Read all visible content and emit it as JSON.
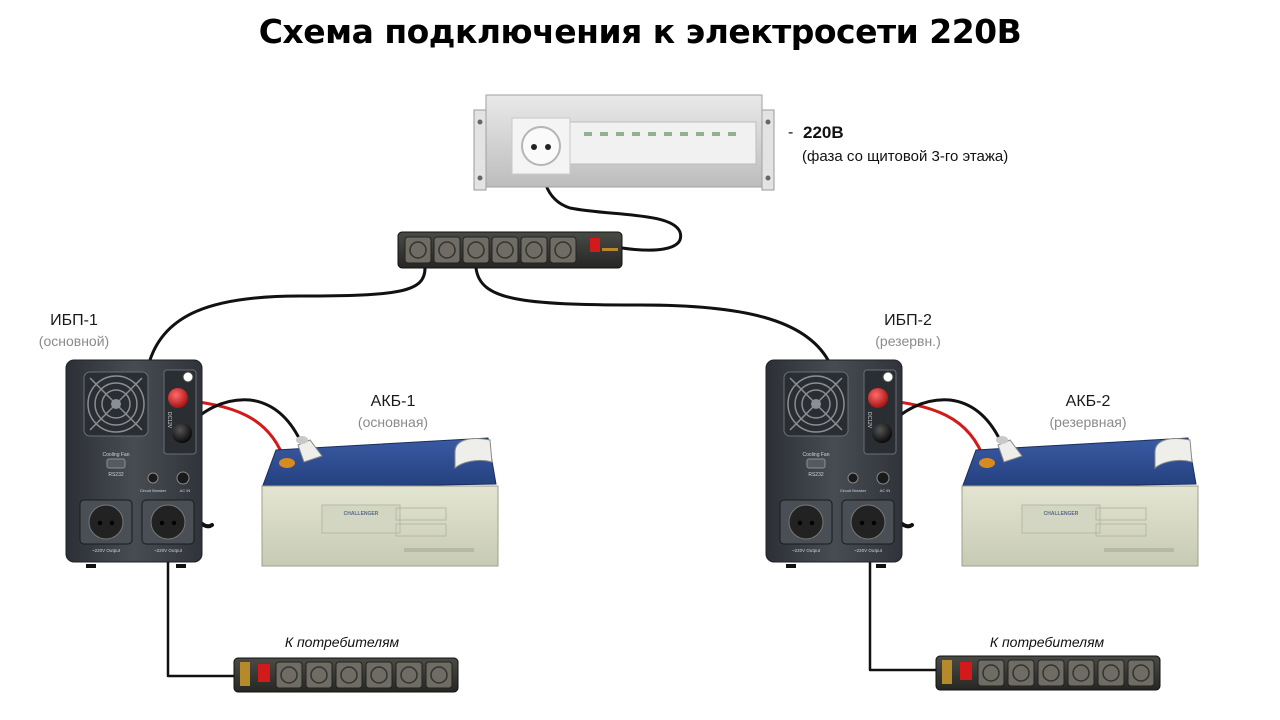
{
  "title": "Схема подключения к электросети 220В",
  "source": {
    "dash": "-",
    "voltage": "220В",
    "description": "(фаза со щитовой 3-го этажа)"
  },
  "ups1": {
    "label": "ИБП-1",
    "role": "(основной)"
  },
  "ups2": {
    "label": "ИБП-2",
    "role": "(резервн.)"
  },
  "battery1": {
    "label": "АКБ-1",
    "role": "(основная)",
    "brand": "CHALLENGER"
  },
  "battery2": {
    "label": "АКБ-2",
    "role": "(резервная)",
    "brand": "CHALLENGER"
  },
  "consumers1": {
    "label": "К потребителям"
  },
  "consumers2": {
    "label": "К потребителям"
  },
  "ups_panel": {
    "fan_label": "Cooling Fan",
    "port_label": "RS232",
    "output_label": "~220V Output",
    "breaker_label": "Circuit Breaker",
    "input_label": "AC IN",
    "dc_label": "DC12V"
  },
  "colors": {
    "cable": "#111111",
    "positive_cable": "#d11a1a",
    "ups_body": "#3b3f45",
    "battery_top": "#2d4a8c",
    "battery_body": "#d9dcc7",
    "rack": "#d8d8d8"
  }
}
